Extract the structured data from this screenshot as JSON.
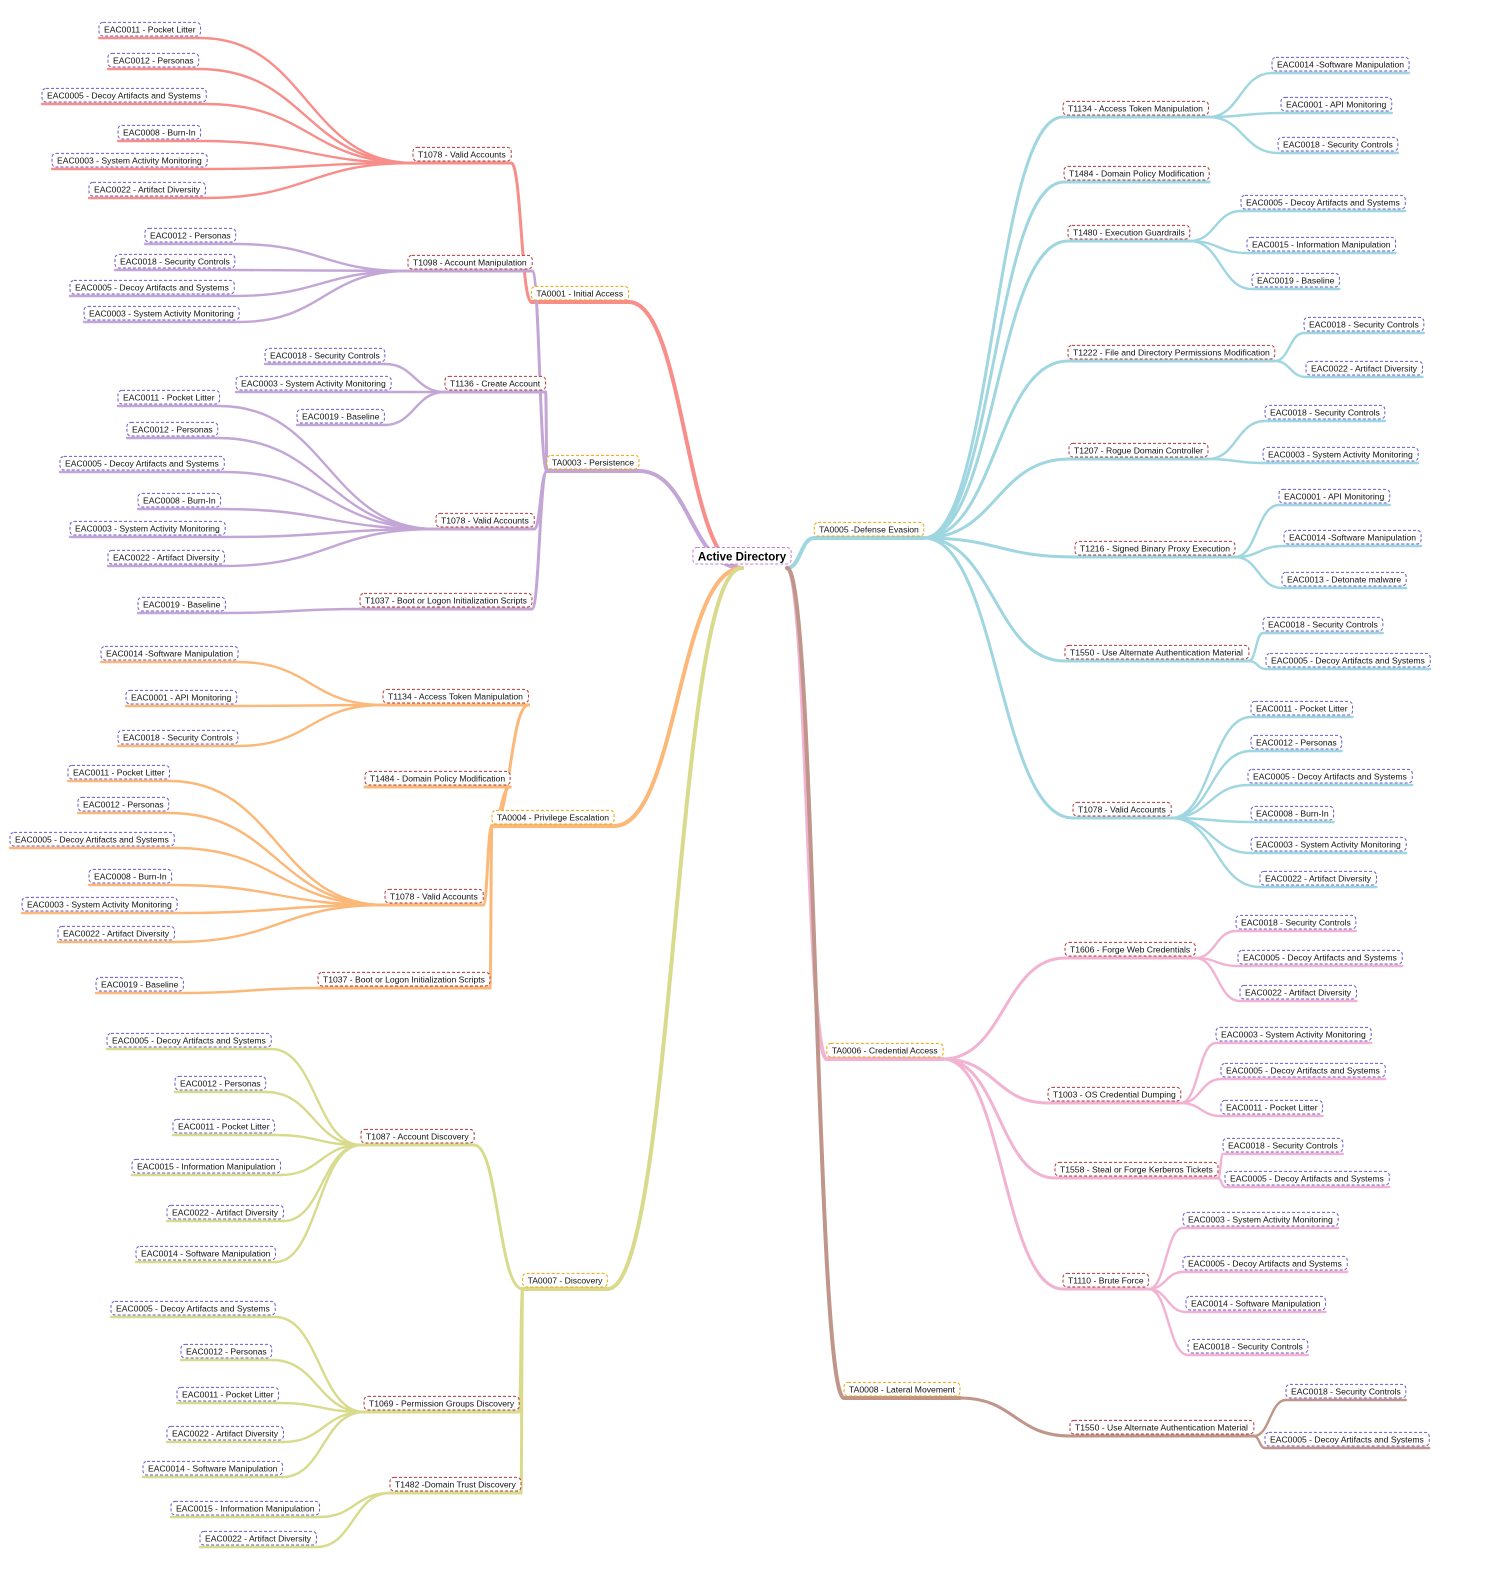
{
  "root": {
    "label": "Active Directory",
    "color": "#c678dd"
  },
  "colors": {
    "tactic_border": "#f0a30a",
    "technique_border": "#b03a3a",
    "countermeasure_border": "#6a5acd",
    "root_border": "#c678dd"
  },
  "branches": [
    {
      "id": "initial-access",
      "side": "left",
      "color": "#f88e8a",
      "label": "TA0001 - Initial Access",
      "techniques": [
        {
          "label": "T1078 - Valid Accounts",
          "items": [
            "EAC0011 - Pocket Litter",
            "EAC0012 - Personas",
            "EAC0005 - Decoy Artifacts and Systems",
            "EAC0008 - Burn-In",
            "EAC0003 - System Activity Monitoring",
            "EAC0022 - Artifact Diversity"
          ]
        }
      ]
    },
    {
      "id": "persistence",
      "side": "left",
      "color": "#c3a6d6",
      "label": "TA0003 - Persistence",
      "techniques": [
        {
          "label": "T1098 - Account Manipulation",
          "items": [
            "EAC0012 - Personas",
            "EAC0018 - Security Controls",
            "EAC0005 - Decoy Artifacts and Systems",
            "EAC0003 - System Activity Monitoring"
          ]
        },
        {
          "label": "T1136 - Create Account",
          "items": [
            "EAC0018 - Security Controls",
            "EAC0003 - System Activity Monitoring",
            "EAC0019 - Baseline"
          ]
        },
        {
          "label": "T1078 - Valid Accounts",
          "items": [
            "EAC0011 - Pocket Litter",
            "EAC0012 - Personas",
            "EAC0005 - Decoy Artifacts and Systems",
            "EAC0008 - Burn-In",
            "EAC0003 - System Activity Monitoring",
            "EAC0022 - Artifact Diversity"
          ]
        },
        {
          "label": "T1037 - Boot or Logon Initialization Scripts",
          "items": [
            "EAC0019 - Baseline"
          ]
        }
      ]
    },
    {
      "id": "privilege-escalation",
      "side": "left",
      "color": "#fbb878",
      "label": "TA0004 - Privilege Escalation",
      "techniques": [
        {
          "label": "T1134 - Access Token Manipulation",
          "items": [
            "EAC0014 -Software Manipulation",
            "EAC0001 - API Monitoring",
            "EAC0018 - Security Controls"
          ]
        },
        {
          "label": "T1484 - Domain Policy Modification",
          "items": []
        },
        {
          "label": "T1078 - Valid Accounts",
          "items": [
            "EAC0011 - Pocket Litter",
            "EAC0012 - Personas",
            "EAC0005 - Decoy Artifacts and Systems",
            "EAC0008 - Burn-In",
            "EAC0003 - System Activity Monitoring",
            "EAC0022 - Artifact Diversity"
          ]
        },
        {
          "label": "T1037 - Boot or Logon Initialization Scripts",
          "items": [
            "EAC0019 - Baseline"
          ]
        }
      ]
    },
    {
      "id": "discovery",
      "side": "left",
      "color": "#d8da8c",
      "label": "TA0007 - Discovery",
      "techniques": [
        {
          "label": "T1087 - Account Discovery",
          "items": [
            "EAC0005 - Decoy Artifacts and Systems",
            "EAC0012 - Personas",
            "EAC0011 - Pocket Litter",
            "EAC0015 - Information Manipulation",
            "EAC0022 - Artifact Diversity",
            "EAC0014 - Software Manipulation"
          ]
        },
        {
          "label": "T1069 - Permission Groups Discovery",
          "items": [
            "EAC0005 - Decoy Artifacts and Systems",
            "EAC0012 - Personas",
            "EAC0011 - Pocket Litter",
            "EAC0022 - Artifact Diversity",
            "EAC0014 - Software Manipulation"
          ]
        },
        {
          "label": "T1482 -Domain Trust Discovery",
          "items": [
            "EAC0015 - Information Manipulation",
            "EAC0022 - Artifact Diversity"
          ]
        }
      ]
    },
    {
      "id": "defense-evasion",
      "side": "right",
      "color": "#9fd6e0",
      "label": "TA0005 -Defense Evasion",
      "techniques": [
        {
          "label": "T1134 - Access Token Manipulation",
          "items": [
            "EAC0014 -Software Manipulation",
            "EAC0001 - API Monitoring",
            "EAC0018 - Security Controls"
          ]
        },
        {
          "label": "T1484 - Domain Policy Modification",
          "items": []
        },
        {
          "label": "T1480 - Execution Guardrails",
          "items": [
            "EAC0005 - Decoy Artifacts and Systems",
            "EAC0015 - Information Manipulation",
            "EAC0019 - Baseline"
          ]
        },
        {
          "label": "T1222 - File and Directory Permissions Modification",
          "items": [
            "EAC0018 - Security Controls",
            "EAC0022 - Artifact Diversity"
          ]
        },
        {
          "label": "T1207 - Rogue Domain Controller",
          "items": [
            "EAC0018 - Security Controls",
            "EAC0003 - System Activity Monitoring"
          ]
        },
        {
          "label": "T1216 - Signed Binary Proxy Execution",
          "items": [
            "EAC0001 - API Monitoring",
            "EAC0014 -Software Manipulation",
            "EAC0013 - Detonate malware"
          ]
        },
        {
          "label": "T1550 - Use Alternate Authentication Material",
          "items": [
            "EAC0018 - Security Controls",
            "EAC0005 - Decoy Artifacts and Systems"
          ]
        },
        {
          "label": "T1078 - Valid Accounts",
          "items": [
            "EAC0011 - Pocket Litter",
            "EAC0012 - Personas",
            "EAC0005 - Decoy Artifacts and Systems",
            "EAC0008 - Burn-In",
            "EAC0003 - System Activity Monitoring",
            "EAC0022 - Artifact Diversity"
          ]
        }
      ]
    },
    {
      "id": "credential-access",
      "side": "right",
      "color": "#f2b3d3",
      "label": "TA0006 - Credential Access",
      "techniques": [
        {
          "label": "T1606 - Forge Web Credentials",
          "items": [
            "EAC0018 - Security Controls",
            "EAC0005 - Decoy Artifacts and Systems",
            "EAC0022 - Artifact Diversity"
          ]
        },
        {
          "label": "T1003 - OS Credential Dumping",
          "items": [
            "EAC0003 - System Activity Monitoring",
            "EAC0005 - Decoy Artifacts and Systems",
            "EAC0011 - Pocket Litter"
          ]
        },
        {
          "label": "T1558 - Steal or Forge Kerberos Tickets",
          "items": [
            "EAC0018 - Security Controls",
            "EAC0005 - Decoy Artifacts and Systems"
          ]
        },
        {
          "label": "T1110 - Brute Force",
          "items": [
            "EAC0003 - System Activity Monitoring",
            "EAC0005 - Decoy Artifacts and Systems",
            "EAC0014 - Software Manipulation",
            "EAC0018 - Security Controls"
          ]
        }
      ]
    },
    {
      "id": "lateral-movement",
      "side": "right",
      "color": "#c0958a",
      "label": "TA0008 - Lateral Movement",
      "techniques": [
        {
          "label": "T1550 - Use Alternate Authentication Material",
          "items": [
            "EAC0018 - Security Controls",
            "EAC0005 - Decoy Artifacts and Systems"
          ]
        }
      ]
    }
  ]
}
